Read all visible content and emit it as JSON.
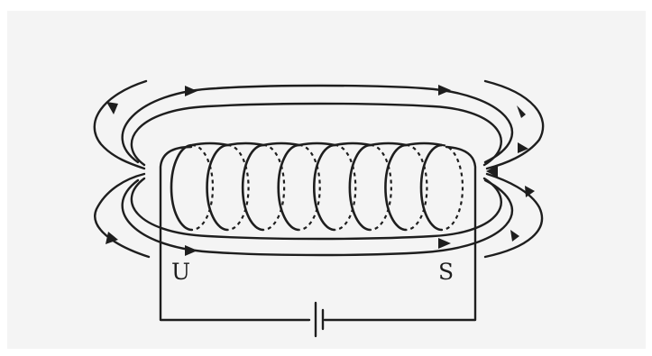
{
  "labels": {
    "north_pole": "U",
    "south_pole": "S"
  },
  "colors": {
    "ink": "#1e1e1e",
    "panel_background": "#f4f4f4",
    "page_background": "#ffffff"
  },
  "coil": {
    "turns": 8
  }
}
